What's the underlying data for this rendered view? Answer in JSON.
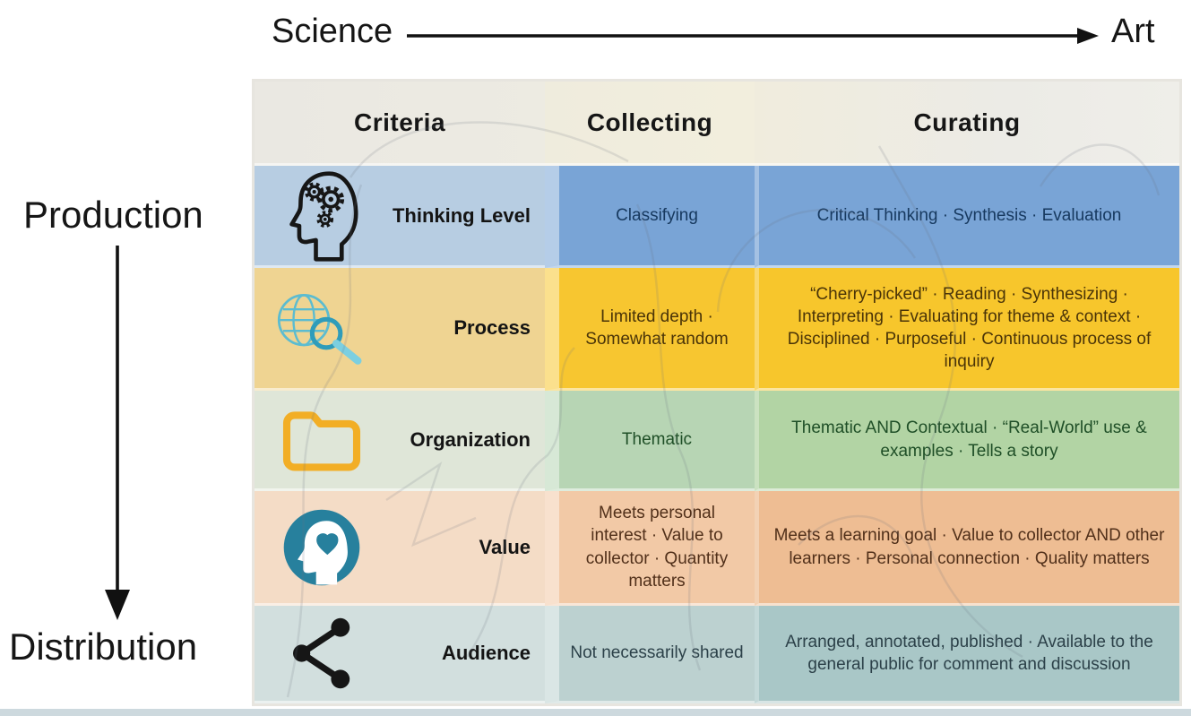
{
  "axes": {
    "horizontal": {
      "start": "Science",
      "end": "Art"
    },
    "vertical": {
      "start": "Production",
      "end": "Distribution"
    }
  },
  "table": {
    "headers": [
      "Criteria",
      "Collecting",
      "Curating"
    ],
    "rows": [
      {
        "label": "Thinking Level",
        "icon": "head-gears-icon",
        "collecting": "Classifying",
        "curating": "Critical Thinking · Synthesis · Evaluation",
        "colors": {
          "criteria_bg": "#b7cde2",
          "collecting_bg": "#79a4d6",
          "curating_bg": "#79a4d6",
          "text": "#17395f"
        }
      },
      {
        "label": "Process",
        "icon": "globe-magnifier-icon",
        "collecting": "Limited depth · Somewhat random",
        "curating": "“Cherry-picked” · Reading · Synthesizing · Interpreting · Evaluating for theme & context · Disciplined · Purposeful · Continuous process of inquiry",
        "colors": {
          "criteria_bg": "#efd492",
          "collecting_bg": "#f7c630",
          "curating_bg": "#f7c62c",
          "text": "#4a3408"
        }
      },
      {
        "label": "Organization",
        "icon": "folder-icon",
        "collecting": "Thematic",
        "curating": "Thematic AND Contextual · “Real-World” use & examples · Tells a story",
        "colors": {
          "criteria_bg": "#dfe6d8",
          "collecting_bg": "#b7d5b4",
          "curating_bg": "#b2d4a4",
          "text": "#1f4f27"
        }
      },
      {
        "label": "Value",
        "icon": "head-heart-icon",
        "collecting": "Meets personal interest · Value to collector · Quantity matters",
        "curating": "Meets a learning goal · Value to collector AND other learners · Personal connection · Quality matters",
        "colors": {
          "criteria_bg": "#f4dcc6",
          "collecting_bg": "#f2c9a6",
          "curating_bg": "#eebd93",
          "text": "#51301a"
        }
      },
      {
        "label": "Audience",
        "icon": "share-icon",
        "collecting": "Not necessarily shared",
        "curating": "Arranged, annotated, published · Available to the general public for comment and discussion",
        "colors": {
          "criteria_bg": "#d2dfde",
          "collecting_bg": "#bcd1d0",
          "curating_bg": "#a9c7c7",
          "text": "#2c4149"
        }
      }
    ]
  },
  "colors": {
    "page_bg": "#ffffff",
    "table_frame": "#e7e5df",
    "bottom_bar": "#cdd9de",
    "arrow": "#111111",
    "globe_icon_teal": "#5cbcd0",
    "magnifier_teal": "#2f9cba",
    "folder_orange": "#f2ae25",
    "value_icon_teal": "#27809d"
  }
}
